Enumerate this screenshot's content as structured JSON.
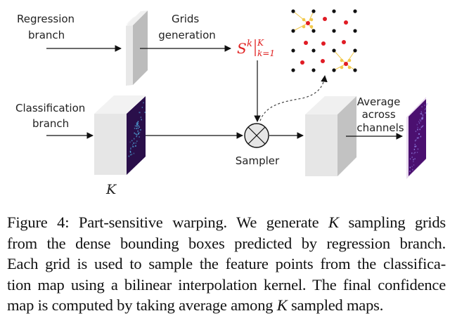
{
  "diagram": {
    "labels": {
      "regression_branch": [
        "Regression",
        "branch"
      ],
      "classification_branch": [
        "Classification",
        "branch"
      ],
      "grids_generation": [
        "Grids",
        "generation"
      ],
      "grid_set_symbol": {
        "base": "S",
        "sup": "k",
        "bar_sup": "K",
        "bar_sub": "k=1"
      },
      "sampler": "Sampler",
      "average": [
        "Average",
        "across",
        "channels"
      ],
      "channels_symbol": "K"
    },
    "colors": {
      "grid_point": "#111111",
      "sample_point": "#e01b24",
      "kernel": "#f2c94c",
      "heatmap_bg": "#2a0f4a",
      "output_map": "#4b1070",
      "box_face": "#e6e6e6",
      "box_side": "#bdbdbd"
    }
  },
  "caption": {
    "lines": [
      [
        "Figure 4: Part-sensitive warping. We generate ",
        "K",
        " sampling grids"
      ],
      [
        "from the dense bounding boxes predicted by regression branch.",
        "",
        ""
      ],
      [
        "Each grid is used to sample the feature points from the classifica-",
        "",
        ""
      ],
      [
        "tion map using a bilinear interpolation kernel. The final confidence",
        "",
        ""
      ],
      [
        "map is computed by taking average among ",
        "K",
        " sampled maps."
      ]
    ]
  }
}
